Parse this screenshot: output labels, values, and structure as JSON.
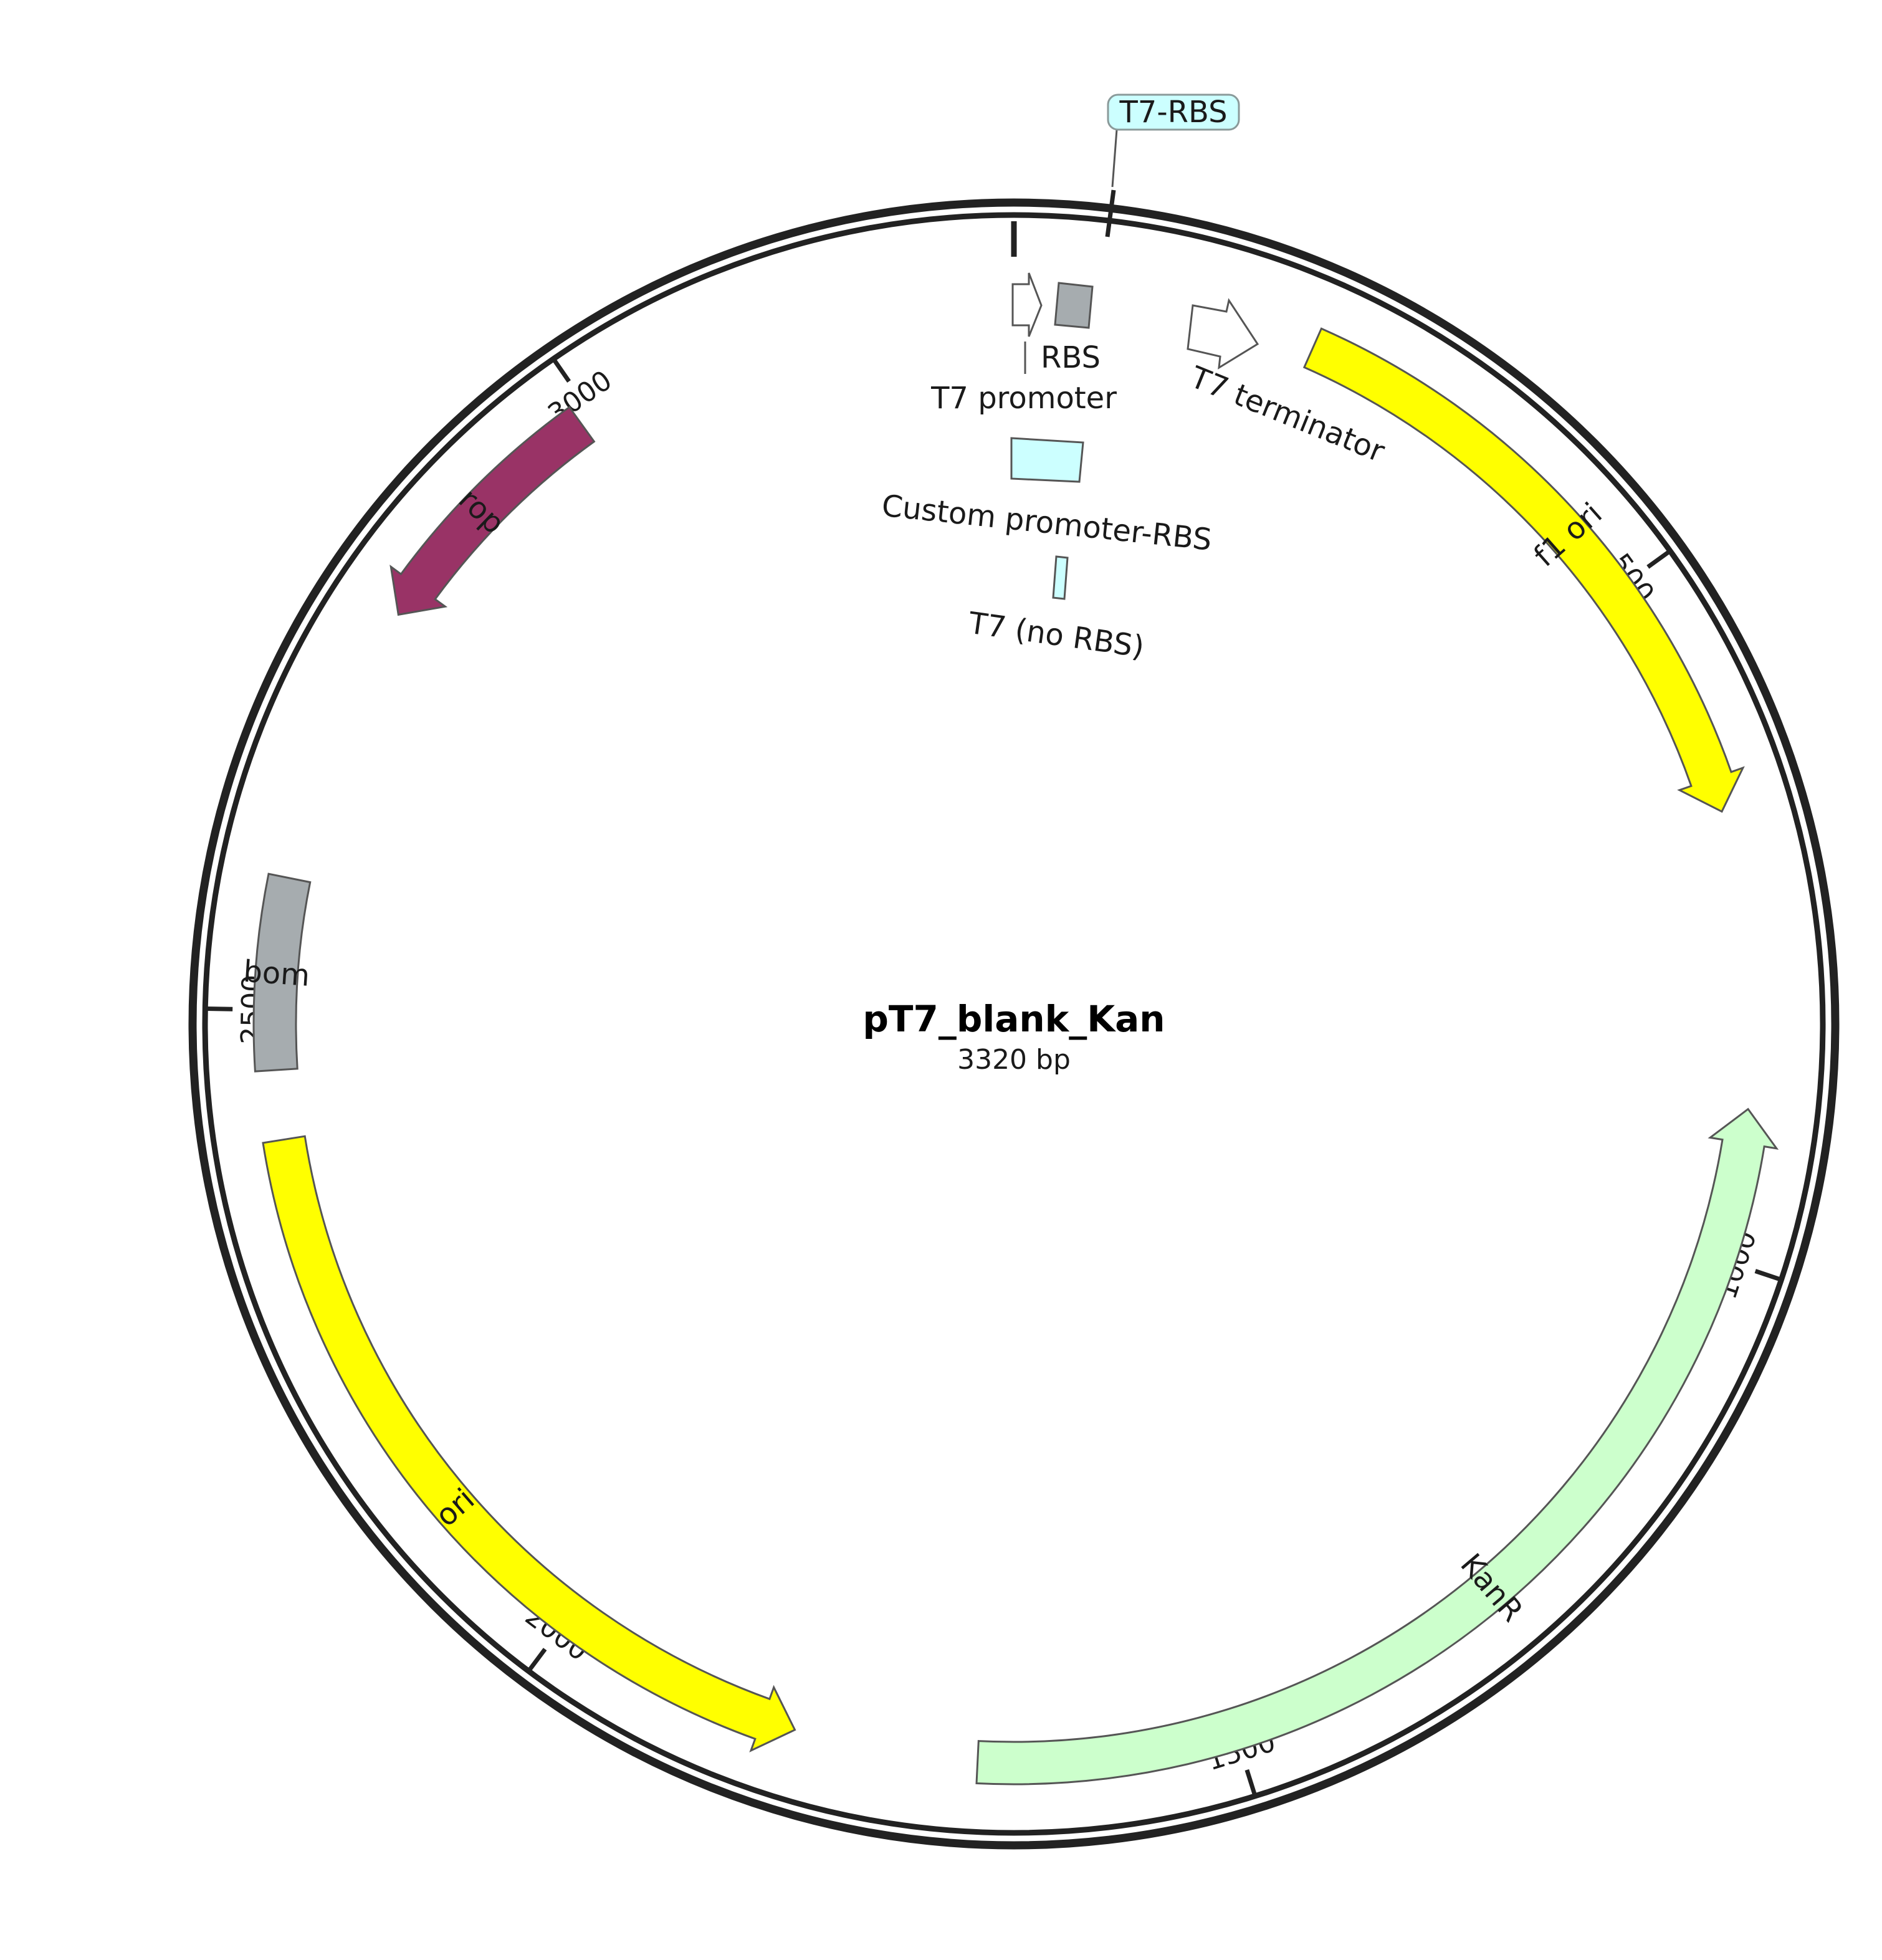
{
  "plasmid": {
    "name": "pT7_blank_Kan",
    "size_label": "3320 bp",
    "length_bp": 3320
  },
  "ticks": [
    {
      "bp": 500,
      "label": "500"
    },
    {
      "bp": 1000,
      "label": "1000"
    },
    {
      "bp": 1500,
      "label": "1500"
    },
    {
      "bp": 2000,
      "label": "2000"
    },
    {
      "bp": 2500,
      "label": "2500"
    },
    {
      "bp": 3000,
      "label": "3000"
    }
  ],
  "colors": {
    "backbone": "#222222",
    "outline": "#555555",
    "yellow": "#ffff00",
    "kanr": "#ccffcc",
    "rop": "#993366",
    "gray": "#a6acaf",
    "cyan": "#ccffff",
    "white": "#ffffff"
  },
  "features": [
    {
      "id": "f1-ori",
      "label": "f1 ori",
      "start": 220,
      "end": 676,
      "direction": 1,
      "color": "yellow",
      "text_color": "#000000"
    },
    {
      "id": "kanr",
      "label": "KanR",
      "start": 891,
      "end": 1686,
      "direction": -1,
      "color": "kanr",
      "text_color": "#000000"
    },
    {
      "id": "ori",
      "label": "ori",
      "start": 1819,
      "end": 2407,
      "direction": -1,
      "color": "yellow",
      "text_color": "#000000"
    },
    {
      "id": "bom",
      "label": "bom",
      "start": 2457,
      "end": 2595,
      "direction": 0,
      "color": "gray",
      "text_color": "#000000"
    },
    {
      "id": "rop",
      "label": "rop",
      "start": 2800,
      "end": 2990,
      "direction": -1,
      "color": "rop",
      "text_color": "#ffffff"
    }
  ],
  "small_features": [
    {
      "id": "t7-promoter",
      "label": "T7 promoter"
    },
    {
      "id": "rbs",
      "label": "RBS"
    },
    {
      "id": "t7-terminator",
      "label": "T7 terminator"
    },
    {
      "id": "custom-promoter-rbs",
      "label": "Custom promoter-RBS"
    },
    {
      "id": "t7-no-rbs",
      "label": "T7 (no RBS)"
    }
  ],
  "callout": {
    "label": "T7-RBS",
    "color": "cyan"
  }
}
